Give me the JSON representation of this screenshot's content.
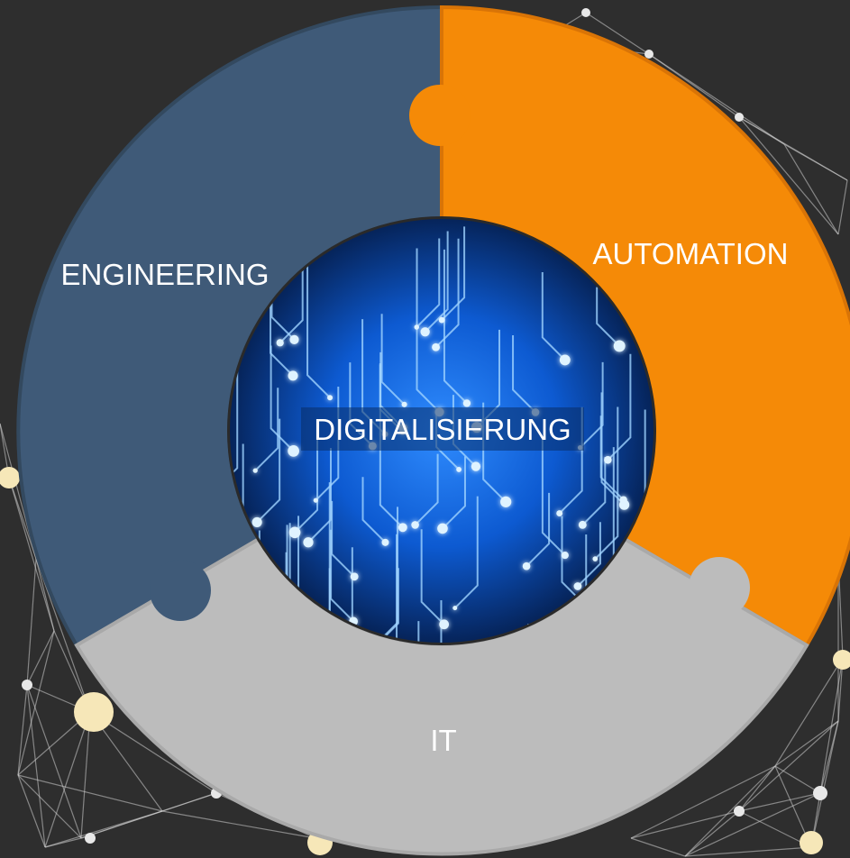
{
  "diagram": {
    "segments": [
      {
        "id": "engineering",
        "label": "ENGINEERING",
        "color": "#3f5a78"
      },
      {
        "id": "automation",
        "label": "AUTOMATION",
        "color": "#f58a07"
      },
      {
        "id": "it",
        "label": "IT",
        "color": "#bcbcbc"
      }
    ],
    "center": {
      "label": "DIGITALISIERUNG",
      "image": "circuit-board-image",
      "color": "#0b3f8f"
    },
    "background": {
      "color": "#2e2e2e",
      "pattern": "network-nodes"
    }
  }
}
